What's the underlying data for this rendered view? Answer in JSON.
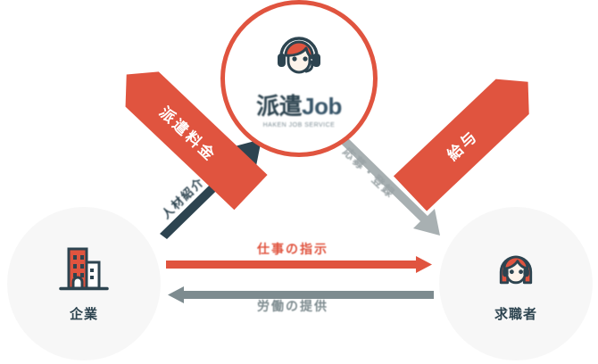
{
  "diagram": {
    "type": "staffing-flow",
    "colors": {
      "red": "#e0543f",
      "navy": "#2d4450",
      "gray": "#7d8b8f",
      "circle_bg": "#f7f7f7",
      "page_bg": "#ffffff"
    },
    "center": {
      "name": "center-agency-node",
      "logo_word_part1": "派遣",
      "logo_word_part2": "Job",
      "logo_wordmark": "派遣Job",
      "logo_tagline": "HAKEN JOB SERVICE"
    },
    "nodes": [
      {
        "id": "company",
        "label": "企業",
        "icon": "office-building-icon"
      },
      {
        "id": "seeker",
        "label": "求職者",
        "icon": "job-seeker-avatar-icon"
      }
    ],
    "banners": [
      {
        "id": "fee",
        "label": "派遣料金",
        "direction": "down-left",
        "color": "#e0543f"
      },
      {
        "id": "salary",
        "label": "給与",
        "direction": "down-right",
        "color": "#e0543f"
      }
    ],
    "back_arrows": [
      {
        "id": "intro",
        "label": "人材紹介",
        "direction": "up-right",
        "color": "#2d4450"
      },
      {
        "id": "apply",
        "label": "応募・登録",
        "direction": "down-right",
        "color": "#a8b0b2"
      }
    ],
    "horizontal_arrows": [
      {
        "id": "order",
        "label": "仕事の指示",
        "direction": "right",
        "color": "#e0543f"
      },
      {
        "id": "labor",
        "label": "労働の提供",
        "direction": "left",
        "color": "#7d8b8f"
      }
    ]
  }
}
